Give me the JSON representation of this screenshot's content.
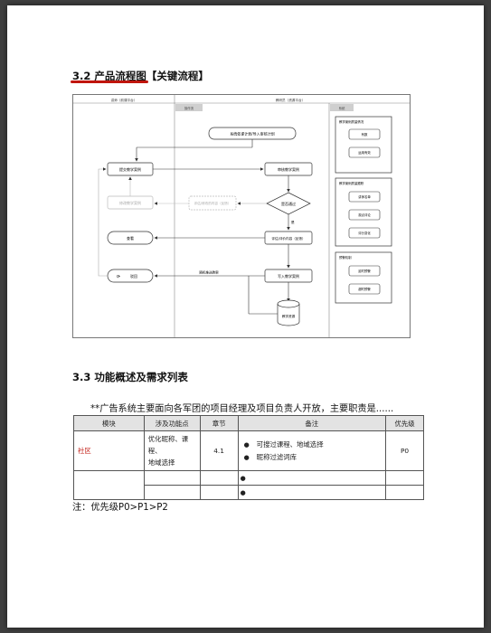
{
  "section_32": {
    "title": "3.2 产品流程图【关键流程】"
  },
  "diagram": {
    "lanes": {
      "left": "讲师（前课平台）",
      "right": "教研员（资源平台）"
    },
    "sublanes": {
      "mid": "操作流",
      "right": "系统"
    },
    "nodes": {
      "start": "系统依课计划/导入审核计划",
      "submit": "提交教学案例",
      "review": "审核教学案例",
      "modify": "修改教学案例",
      "eval_edit": "评估/修改的内容（反馈）",
      "pass": "是否通过",
      "yes": "是",
      "eval_content": "评估/评价内容（反馈）",
      "view": "查看",
      "reject": "驳回",
      "save_db": "写入教学案例",
      "push": "随机推送教案",
      "db": "教学资源"
    },
    "groups": [
      {
        "title": "教学案例质量情况",
        "items": [
          "有数",
          "运用有效"
        ]
      },
      {
        "title": "教学案例质量跟踪",
        "items": [
          "讲师名单",
          "观点评论",
          "评分变化"
        ]
      },
      {
        "title": "预警机制",
        "items": [
          "延时预警",
          "超时预警"
        ]
      }
    ]
  },
  "section_33": {
    "title": "3.3 功能概述及需求列表"
  },
  "intro": "**广告系统主要面向各军团的项目经理及项目负责人开放，主要职责是......",
  "table": {
    "headers": [
      "模块",
      "涉及功能点",
      "章节",
      "备注",
      "优先级"
    ],
    "row1": {
      "module": "社区",
      "features_1": "优化昵称、课程、",
      "features_2": "地域选择",
      "section": "4.1",
      "note_1": "可搜过课程、地域选择",
      "note_2": "昵称过滤词库",
      "priority": "P0"
    },
    "bullet": "●",
    "accent_color": "#c0150d"
  },
  "note": "注：优先级P0>P1>P2"
}
